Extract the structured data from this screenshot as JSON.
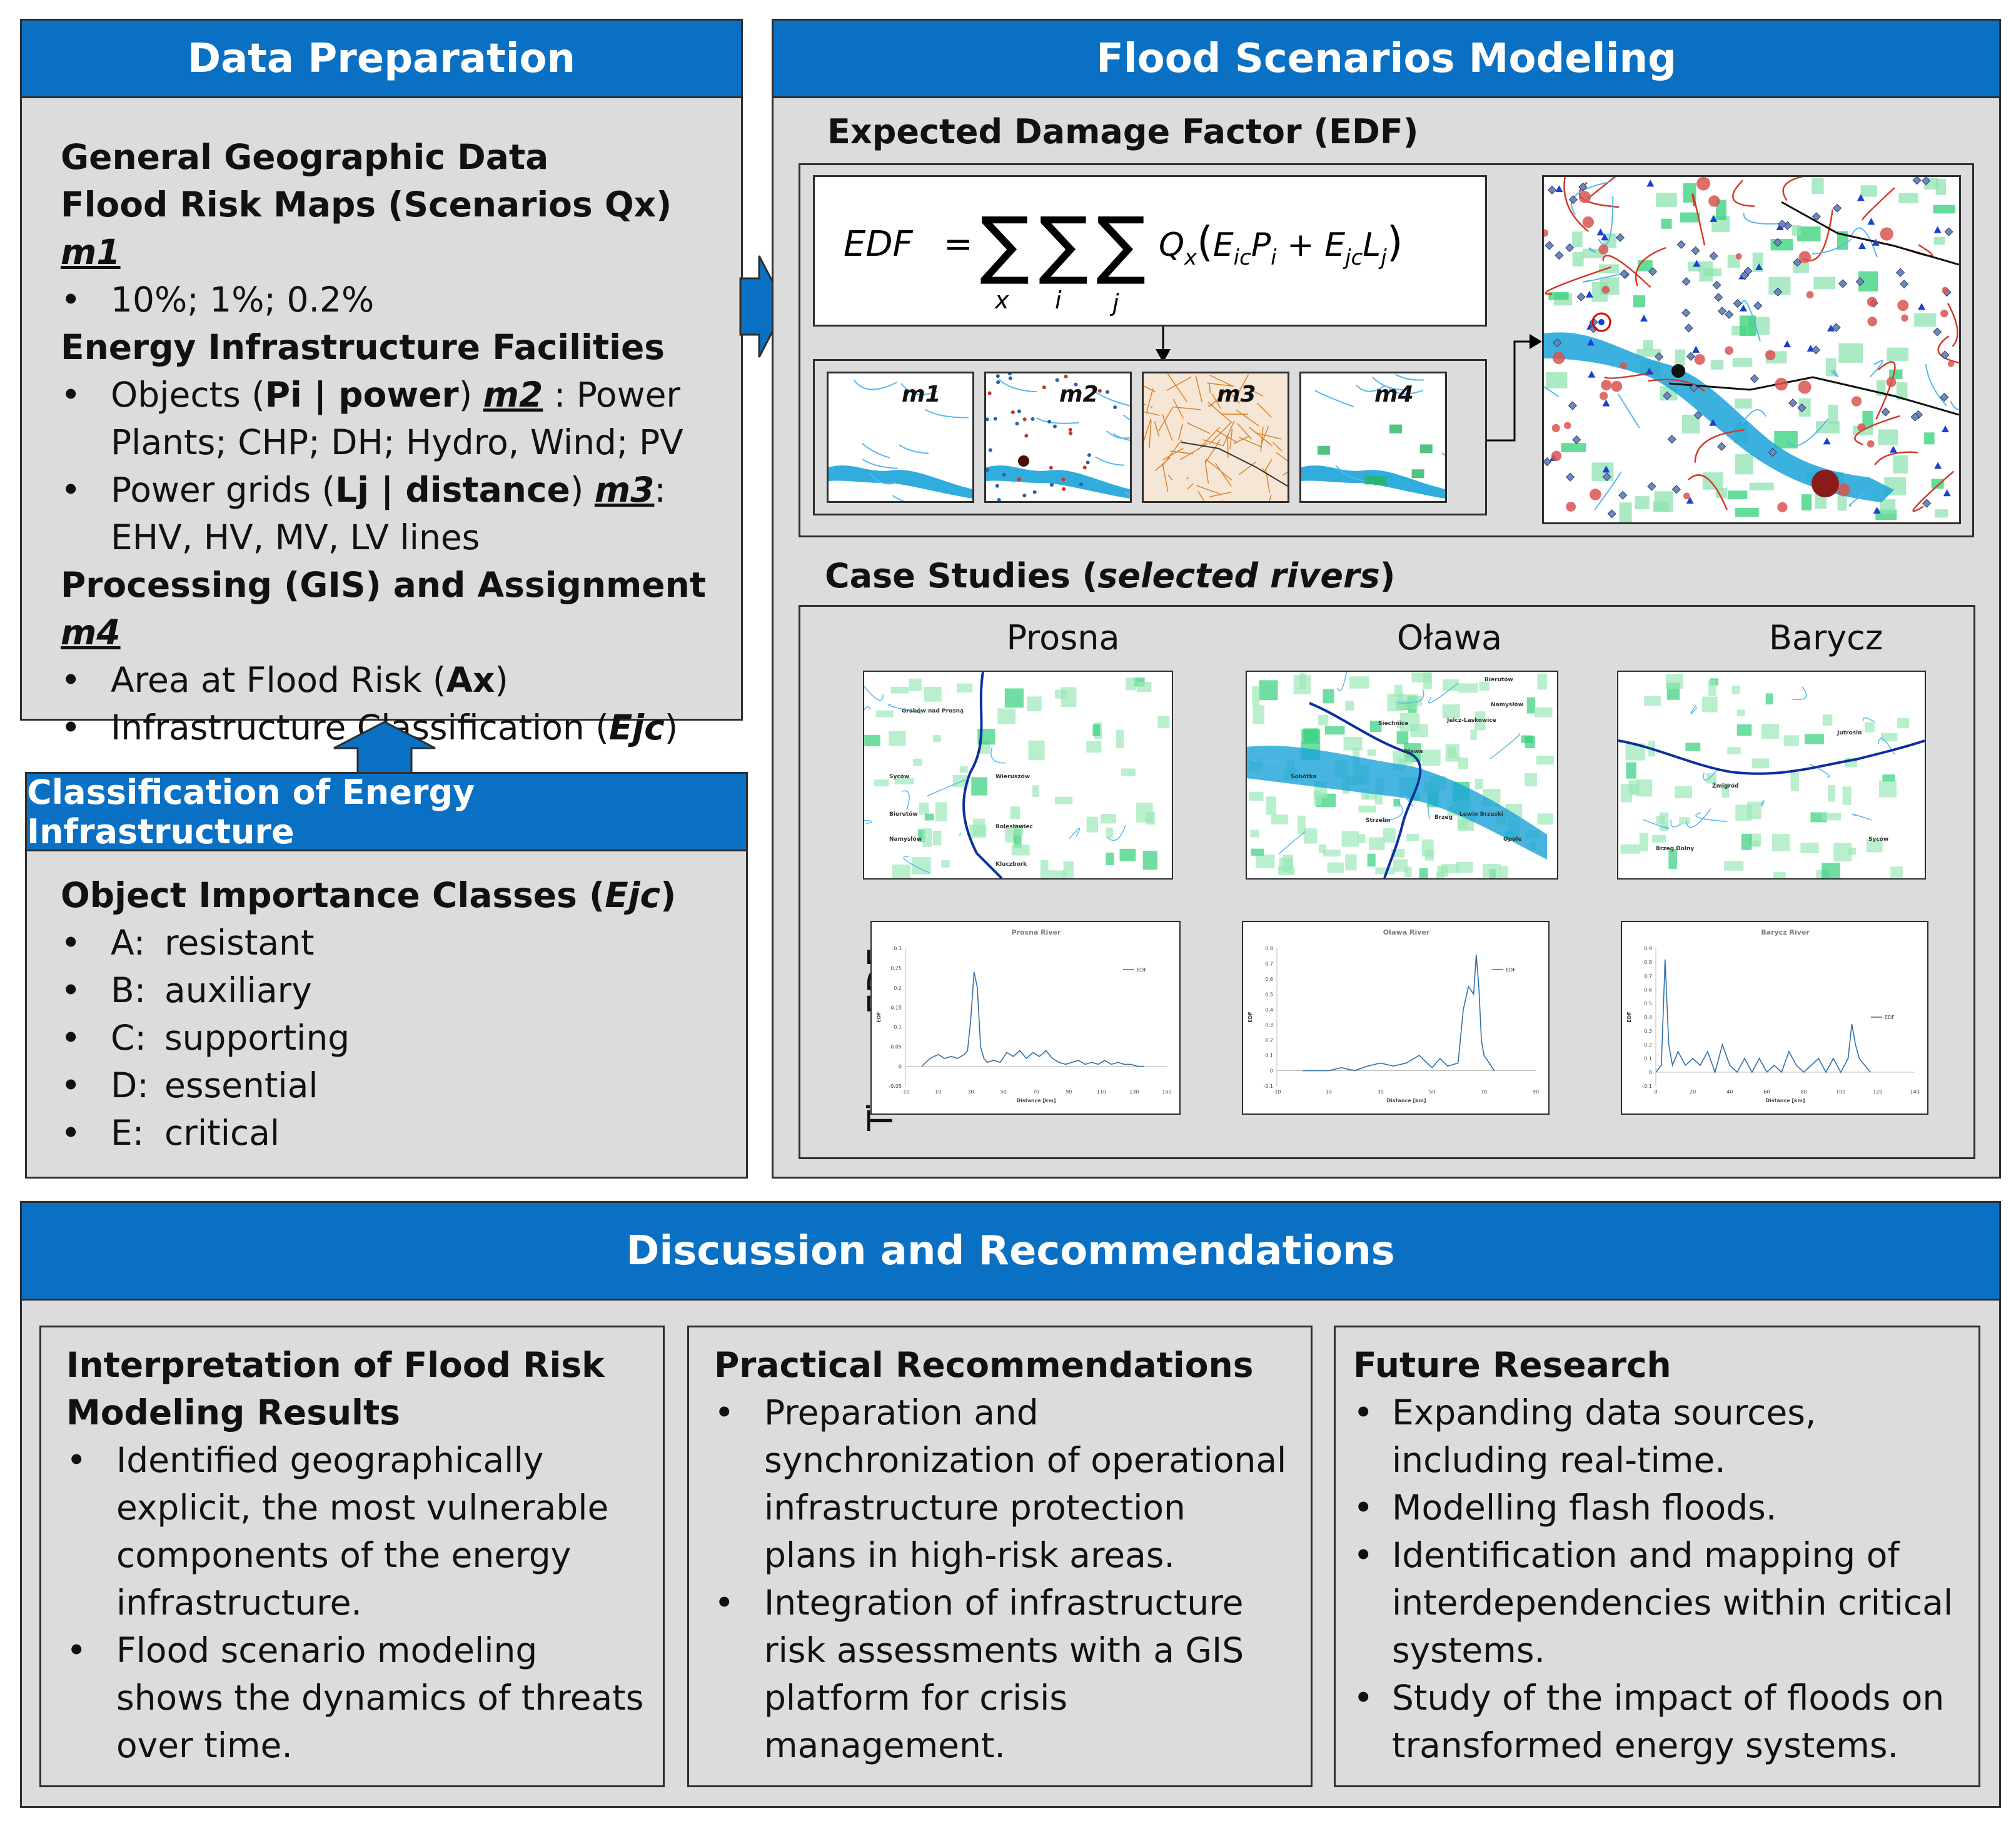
{
  "data_prep": {
    "title": "Data  Preparation",
    "lines": [
      {
        "kind": "head",
        "text": "General Geographic Data"
      },
      {
        "kind": "head",
        "text": "Flood Risk Maps (Scenarios Qx) ",
        "tag": "m1"
      },
      {
        "kind": "bullet",
        "text": "10%; 1%; 0.2%"
      },
      {
        "kind": "head",
        "text": "Energy Infrastructure Facilities"
      },
      {
        "kind": "bullet",
        "parts": [
          {
            "t": "Objects ("
          },
          {
            "t": "Pi | power",
            "b": true
          },
          {
            "t": ")  "
          },
          {
            "t": "m2",
            "tag": true
          },
          {
            "t": "  :  Power"
          }
        ]
      },
      {
        "kind": "cont",
        "text": "Plants; CHP; DH; Hydro, Wind; PV"
      },
      {
        "kind": "bullet",
        "parts": [
          {
            "t": "Power grids ("
          },
          {
            "t": "Lj | distance",
            "b": true
          },
          {
            "t": ") "
          },
          {
            "t": "m3",
            "tag": true
          },
          {
            "t": ":"
          }
        ]
      },
      {
        "kind": "cont",
        "text": "EHV, HV, MV, LV lines"
      },
      {
        "kind": "head",
        "text": "Processing (GIS) and Assignment ",
        "tag": "m4"
      },
      {
        "kind": "bullet",
        "parts": [
          {
            "t": "Area at Flood Risk ("
          },
          {
            "t": "Ax",
            "b": true
          },
          {
            "t": ")"
          }
        ]
      },
      {
        "kind": "bullet",
        "parts": [
          {
            "t": "Infrastructure Classification ("
          },
          {
            "t": "Ejc",
            "b": true,
            "i": true
          },
          {
            "t": ")"
          }
        ]
      }
    ]
  },
  "classification": {
    "title": "Classification of Energy Infrastructure",
    "heading_prefix": "Object Importance Classes (",
    "heading_italic": "Ejc",
    "heading_suffix": ")",
    "items": [
      {
        "letter": "A:",
        "label": "resistant"
      },
      {
        "letter": "B:",
        "label": "auxiliary"
      },
      {
        "letter": "C:",
        "label": "supporting"
      },
      {
        "letter": "D:",
        "label": "essential"
      },
      {
        "letter": "E:",
        "label": "critical"
      }
    ]
  },
  "flood": {
    "title": "Flood Scenarios Modeling",
    "edf_heading": "Expected Damage Factor (EDF)",
    "formula": {
      "lhs": "EDF",
      "eq": "=",
      "sum_indices": [
        "x",
        "i",
        "j"
      ],
      "rhs": "Q_x(E_ic P_i + E_jc L_j)"
    },
    "maps": [
      "m1",
      "m2",
      "m3",
      "m4"
    ],
    "case_heading_prefix": "Case Studies (",
    "case_heading_italic": "selected rivers",
    "case_heading_suffix": ")",
    "rivers": [
      "Prosna",
      "Oława",
      "Barycz"
    ],
    "time_label": "Time - EDF",
    "town_labels": {
      "prosna": [
        "Grabów nad Prosną",
        "Syców",
        "Bierutów",
        "Namysłów",
        "Wieruszów",
        "Bolesławiec",
        "Kluczbork"
      ],
      "olawa": [
        "Bierutów",
        "Namysłów",
        "Jelcz-Laskowice",
        "Siechnice",
        "Oława",
        "Sobótka",
        "Brzeg",
        "Strzelin",
        "Lewin Brzeski",
        "Opole"
      ],
      "barycz": [
        "Jutrosin",
        "Żmigród",
        "Brzeg Dolny",
        "Syców"
      ]
    }
  },
  "chart_data": [
    {
      "type": "line",
      "title": "Prosna River",
      "xlabel": "Distance [km]",
      "ylabel": "EDF",
      "legend": "top-right",
      "series": [
        {
          "name": "EDF",
          "x": [
            0,
            5,
            10,
            14,
            18,
            22,
            26,
            28,
            30,
            32,
            34,
            36,
            38,
            40,
            44,
            48,
            52,
            56,
            60,
            64,
            68,
            72,
            76,
            80,
            84,
            88,
            92,
            96,
            100,
            104,
            108,
            112,
            116,
            120,
            124,
            128,
            132,
            136
          ],
          "y": [
            0.0,
            0.02,
            0.03,
            0.02,
            0.025,
            0.02,
            0.03,
            0.04,
            0.12,
            0.24,
            0.2,
            0.05,
            0.02,
            0.01,
            0.015,
            0.01,
            0.035,
            0.025,
            0.04,
            0.02,
            0.035,
            0.025,
            0.04,
            0.02,
            0.01,
            0.005,
            0.01,
            0.015,
            0.005,
            0.01,
            0.005,
            0.015,
            0.005,
            0.01,
            0.005,
            0.005,
            0.0,
            0.0
          ]
        }
      ],
      "xticks": [
        -10,
        10,
        30,
        50,
        70,
        90,
        110,
        130,
        150
      ],
      "yticks": [
        -0.05,
        0,
        0.05,
        0.1,
        0.15,
        0.2,
        0.25,
        0.3
      ],
      "xlim": [
        -10,
        150
      ],
      "ylim": [
        -0.05,
        0.3
      ]
    },
    {
      "type": "line",
      "title": "Oława River",
      "xlabel": "Distance [km]",
      "ylabel": "EDF",
      "legend": "top-right",
      "series": [
        {
          "name": "EDF",
          "x": [
            0,
            5,
            10,
            15,
            20,
            25,
            30,
            35,
            40,
            45,
            48,
            50,
            53,
            56,
            60,
            62,
            64,
            66,
            67,
            68,
            69,
            70,
            72,
            74
          ],
          "y": [
            0.0,
            0.0,
            0.0,
            0.02,
            0.0,
            0.03,
            0.05,
            0.03,
            0.05,
            0.1,
            0.05,
            0.02,
            0.08,
            0.03,
            0.05,
            0.4,
            0.55,
            0.5,
            0.76,
            0.55,
            0.2,
            0.1,
            0.05,
            0.0
          ]
        }
      ],
      "xticks": [
        -10,
        10,
        30,
        50,
        70,
        90
      ],
      "yticks": [
        -0.1,
        0,
        0.1,
        0.2,
        0.3,
        0.4,
        0.5,
        0.6,
        0.7,
        0.8
      ],
      "xlim": [
        -10,
        90
      ],
      "ylim": [
        -0.1,
        0.8
      ]
    },
    {
      "type": "line",
      "title": "Barycz River",
      "xlabel": "Distance [km]",
      "ylabel": "EDF",
      "legend": "right",
      "series": [
        {
          "name": "EDF",
          "x": [
            0,
            3,
            5,
            7,
            9,
            12,
            16,
            20,
            24,
            28,
            32,
            36,
            40,
            44,
            48,
            52,
            56,
            60,
            64,
            68,
            72,
            76,
            80,
            84,
            88,
            92,
            96,
            100,
            104,
            106,
            108,
            110,
            113,
            116
          ],
          "y": [
            0.0,
            0.05,
            0.82,
            0.2,
            0.05,
            0.15,
            0.05,
            0.1,
            0.05,
            0.15,
            0.0,
            0.2,
            0.05,
            0.0,
            0.1,
            0.0,
            0.1,
            0.0,
            0.05,
            0.0,
            0.15,
            0.05,
            0.0,
            0.05,
            0.1,
            0.0,
            0.1,
            0.0,
            0.1,
            0.35,
            0.2,
            0.1,
            0.05,
            0.0
          ]
        }
      ],
      "xticks": [
        0,
        20,
        40,
        60,
        80,
        100,
        120,
        140
      ],
      "yticks": [
        -0.1,
        0,
        0.1,
        0.2,
        0.3,
        0.4,
        0.5,
        0.6,
        0.7,
        0.8,
        0.9
      ],
      "xlim": [
        0,
        140
      ],
      "ylim": [
        -0.1,
        0.9
      ]
    }
  ],
  "discussion": {
    "title": "Discussion and Recommendations",
    "columns": [
      {
        "heading": [
          "Interpretation of Flood Risk",
          "Modeling Results"
        ],
        "bullets": [
          [
            "Identified geographically",
            "explicit, the most vulnerable",
            "components of the energy",
            "infrastructure."
          ],
          [
            "Flood scenario modeling",
            "shows the dynamics of threats",
            "over time."
          ]
        ]
      },
      {
        "heading": [
          "Practical Recommendations"
        ],
        "bullets": [
          [
            "Preparation and",
            "synchronization of operational",
            "infrastructure protection",
            "plans in high-risk areas."
          ],
          [
            "Integration of infrastructure",
            "risk assessments with a GIS",
            "platform for crisis",
            "management."
          ]
        ]
      },
      {
        "heading": [
          "Future Research"
        ],
        "bullets": [
          [
            "Expanding data sources,",
            "including real-time."
          ],
          [
            "Modelling flash floods."
          ],
          [
            "Identification and mapping of",
            "interdependencies within critical",
            "systems."
          ],
          [
            "Study of the impact of floods on",
            "transformed energy systems."
          ]
        ]
      }
    ]
  },
  "colors": {
    "header_blue": "#0a70c4",
    "panel_gray": "#dcdcdc",
    "border": "#2e2e2e",
    "river": "#1e8fd6",
    "flood_green": "#33d07a",
    "line_red": "#d23a2a"
  }
}
